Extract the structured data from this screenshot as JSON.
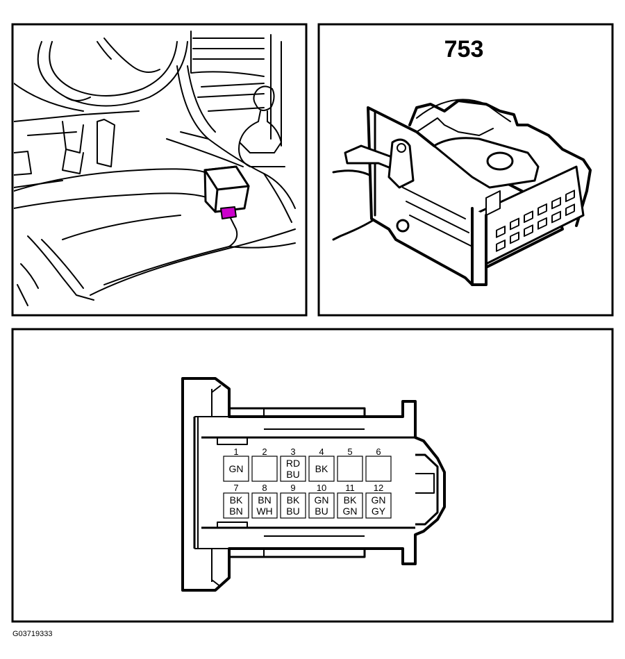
{
  "part_number": "753",
  "figure_id": "G03719333",
  "colors": {
    "ink": "#000000",
    "highlight": "#cc00cc",
    "background": "#ffffff"
  },
  "pins": [
    {
      "num": "1",
      "codes": [
        "GN"
      ]
    },
    {
      "num": "2",
      "codes": []
    },
    {
      "num": "3",
      "codes": [
        "RD",
        "BU"
      ]
    },
    {
      "num": "4",
      "codes": [
        "BK"
      ]
    },
    {
      "num": "5",
      "codes": []
    },
    {
      "num": "6",
      "codes": []
    },
    {
      "num": "7",
      "codes": [
        "BK",
        "BN"
      ]
    },
    {
      "num": "8",
      "codes": [
        "BN",
        "WH"
      ]
    },
    {
      "num": "9",
      "codes": [
        "BK",
        "BU"
      ]
    },
    {
      "num": "10",
      "codes": [
        "GN",
        "BU"
      ]
    },
    {
      "num": "11",
      "codes": [
        "BK",
        "GN"
      ]
    },
    {
      "num": "12",
      "codes": [
        "GN",
        "GY"
      ]
    }
  ]
}
